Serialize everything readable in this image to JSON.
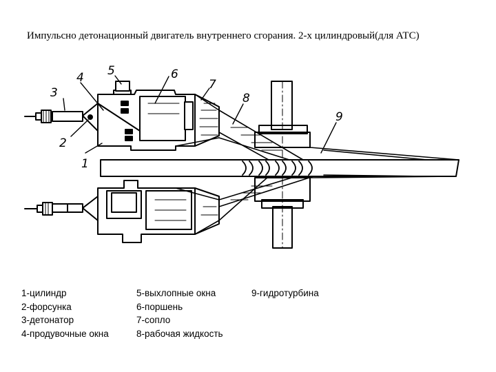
{
  "title": "Импульсно детонационный двигатель внутреннего сгорания. 2-х цилиндровый(для АТС)",
  "callouts": [
    "1",
    "2",
    "3",
    "4",
    "5",
    "6",
    "7",
    "8",
    "9"
  ],
  "legend": {
    "col1": [
      "1-цилиндр",
      "2-форсунка",
      "3-детонатор",
      "4-продувочные окна"
    ],
    "col2": [
      "5-выхлопные окна",
      "6-поршень",
      "7-сопло",
      "8-рабочая жидкость"
    ],
    "col3": [
      "9-гидротурбина"
    ]
  }
}
